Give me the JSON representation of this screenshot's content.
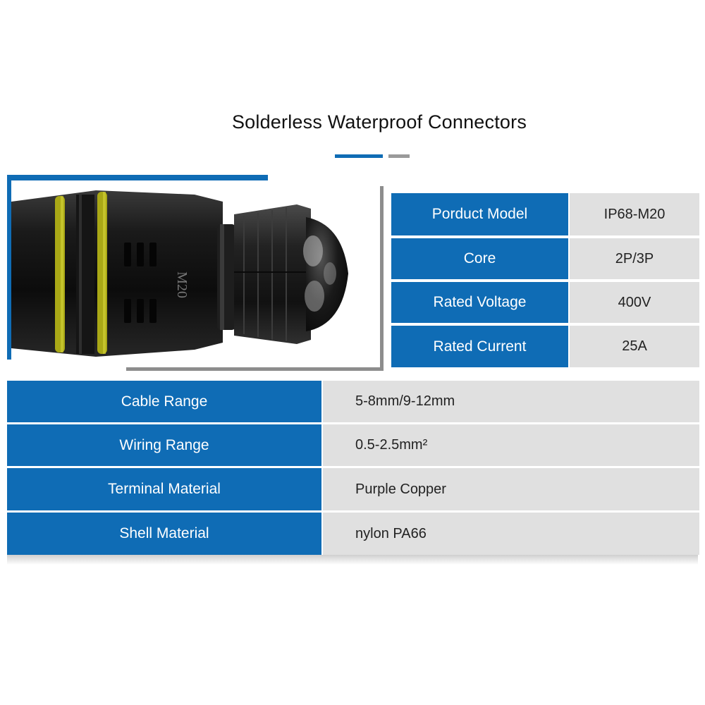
{
  "title": "Solderless Waterproof Connectors",
  "photo": {
    "engraving": "M20"
  },
  "top_specs": [
    {
      "label": "Porduct Model",
      "value": "IP68-M20"
    },
    {
      "label": "Core",
      "value": "2P/3P"
    },
    {
      "label": "Rated Voltage",
      "value": "400V"
    },
    {
      "label": "Rated Current",
      "value": "25A"
    }
  ],
  "bottom_specs": [
    {
      "label": "Cable Range",
      "value": "5-8mm/9-12mm"
    },
    {
      "label": "Wiring Range",
      "value": "0.5-2.5mm²"
    },
    {
      "label": "Terminal Material",
      "value": "Purple Copper"
    },
    {
      "label": "Shell Material",
      "value": "nylon PA66"
    }
  ],
  "colors": {
    "accent": "#0f6cb5",
    "value_bg": "#e0e0e0",
    "secondary": "#9a9a9a"
  }
}
